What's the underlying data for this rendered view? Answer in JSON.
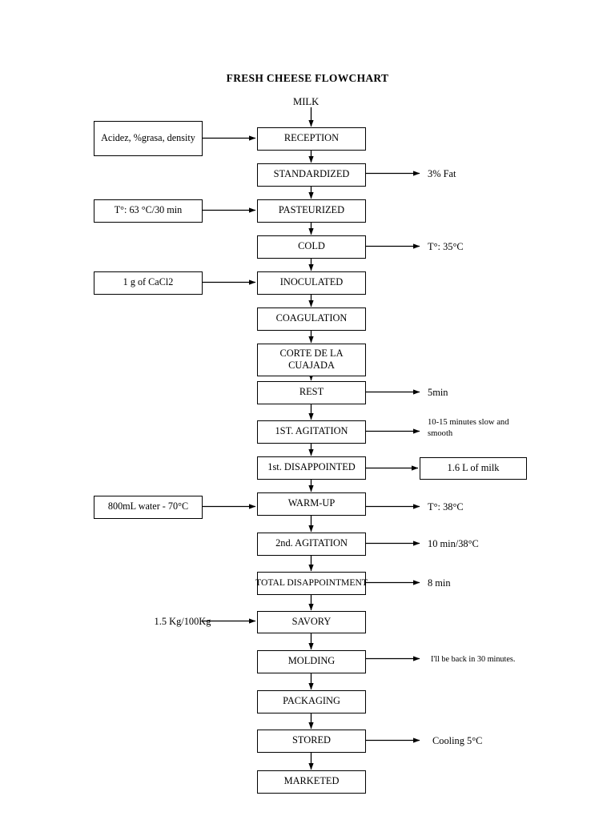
{
  "document": {
    "title": "FRESH CHEESE FLOWCHART",
    "start_label": "MILK"
  },
  "chart_data": {
    "type": "diagram",
    "title": "FRESH CHEESE FLOWCHART",
    "orientation": "vertical",
    "start": "MILK",
    "process_steps": [
      "RECEPTION",
      "STANDARDIZED",
      "PASTEURIZED",
      "COLD",
      "INOCULATED",
      "COAGULATION",
      "CORTE DE LA CUAJADA",
      "REST",
      "1ST. AGITATION",
      "1st. DISAPPOINTED",
      "WARM-UP",
      "2nd. AGITATION",
      "TOTAL DISAPPOINTMENT",
      "SAVORY",
      "MOLDING",
      "PACKAGING",
      "STORED",
      "MARKETED"
    ],
    "inputs": [
      {
        "target": "RECEPTION",
        "label": "Acidez, %grasa, density",
        "boxed": true
      },
      {
        "target": "PASTEURIZED",
        "label": "T°: 63 °C/30 min",
        "boxed": true
      },
      {
        "target": "INOCULATED",
        "label": "1 g of CaCl2",
        "boxed": true
      },
      {
        "target": "WARM-UP",
        "label": "800mL water - 70°C",
        "boxed": true
      },
      {
        "target": "SAVORY",
        "label": "1.5 Kg/100Kg",
        "boxed": false
      }
    ],
    "outputs": [
      {
        "source": "STANDARDIZED",
        "label": "3% Fat",
        "boxed": false
      },
      {
        "source": "COLD",
        "label": "T°: 35°C",
        "boxed": false
      },
      {
        "source": "REST",
        "label": "5min",
        "boxed": false
      },
      {
        "source": "1ST. AGITATION",
        "label": "10-15 minutes slow and smooth",
        "boxed": false
      },
      {
        "source": "1st. DISAPPOINTED",
        "label": "1.6 L of milk",
        "boxed": true
      },
      {
        "source": "WARM-UP",
        "label": "T°: 38°C",
        "boxed": false
      },
      {
        "source": "2nd. AGITATION",
        "label": "10 min/38°C",
        "boxed": false
      },
      {
        "source": "TOTAL DISAPPOINTMENT",
        "label": "8 min",
        "boxed": false
      },
      {
        "source": "MOLDING",
        "label": "I'll be back in 30 minutes.",
        "boxed": false
      },
      {
        "source": "STORED",
        "label": "Cooling 5°C",
        "boxed": false
      }
    ]
  },
  "nodes": {
    "n0": "RECEPTION",
    "n1": "STANDARDIZED",
    "n2": "PASTEURIZED",
    "n3": "COLD",
    "n4": "INOCULATED",
    "n5": "COAGULATION",
    "n6": "CORTE DE LA CUAJADA",
    "n7": "REST",
    "n8": "1ST. AGITATION",
    "n9": "1st. DISAPPOINTED",
    "n10": "WARM-UP",
    "n11": "2nd. AGITATION",
    "n12": "TOTAL DISAPPOINTMENT",
    "n13": "SAVORY",
    "n14": "MOLDING",
    "n15": "PACKAGING",
    "n16": "STORED",
    "n17": "MARKETED"
  },
  "inputs": {
    "i0": "Acidez, %grasa, density",
    "i1": "T°: 63 °C/30 min",
    "i2": "1 g of CaCl2",
    "i3": "800mL water - 70°C",
    "i4": "1.5 Kg/100Kg"
  },
  "outputs": {
    "o0": "3% Fat",
    "o1": "T°: 35°C",
    "o2": "5min",
    "o3": "10-15 minutes slow and\nsmooth",
    "o4": "1.6 L of milk",
    "o5": "T°: 38°C",
    "o6": "10 min/38°C",
    "o7": "8 min",
    "o8": "I'll be back in 30 minutes.",
    "o9": "Cooling 5°C"
  },
  "colors": {
    "stroke": "#000000",
    "background": "#ffffff"
  }
}
